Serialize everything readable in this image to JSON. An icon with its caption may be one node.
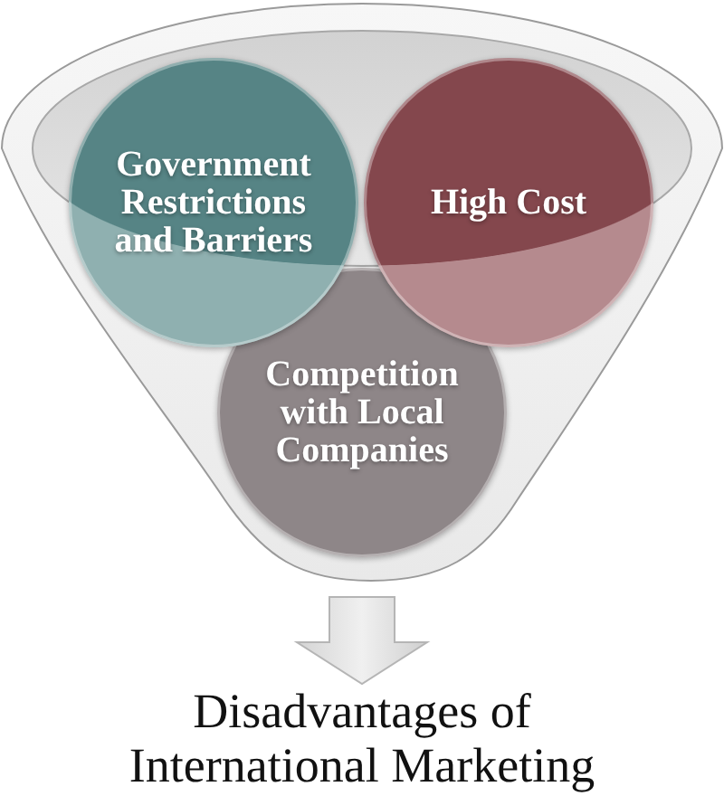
{
  "diagram": {
    "nodes": [
      {
        "text": [],
        "shape": "funnel"
      },
      {
        "text": [
          "Government Restrictions and Barriers"
        ],
        "in": 0
      },
      {
        "text": [
          "High Cost"
        ],
        "in": 0
      },
      {
        "text": [
          "Competition with Local Companies"
        ],
        "in": 0
      },
      {
        "text": [
          "Disadvantages of International Marketing"
        ]
      }
    ],
    "edges": [
      {
        "from": 0,
        "to": 4,
        "arrow": "to"
      }
    ]
  }
}
